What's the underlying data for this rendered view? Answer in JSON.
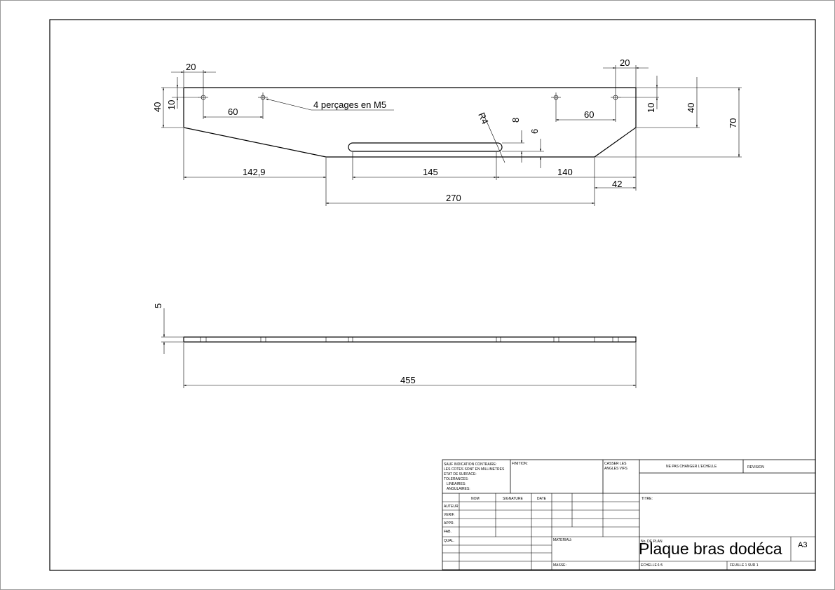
{
  "drawing": {
    "top_view": {
      "dims": {
        "hole_offset_left": "20",
        "hole_offset_right": "20",
        "hole_spacing_left": "60",
        "hole_spacing_right": "60",
        "height_left": "40",
        "height_right": "40",
        "hole_row_left": "10",
        "hole_row_right": "10",
        "total_height": "70",
        "slot_radius": "R4",
        "slot_height": "8",
        "slot_offset": "6",
        "left_taper": "142,9",
        "slot_length": "145",
        "right_segment": "140",
        "right_chamfer": "42",
        "bottom_flat": "270"
      },
      "note": "4 perçages en M5"
    },
    "side_view": {
      "dims": {
        "thickness": "5",
        "overall_length": "455"
      }
    }
  },
  "title_block": {
    "general_notes": [
      "SAUF INDICATION CONTRAIRE:",
      "LES COTES SONT EN MILLIMETRES",
      "ETAT DE SURFACE:",
      "TOLERANCES:",
      "LINEAIRES:",
      "ANGULAIRES:"
    ],
    "finish_label": "FINITION:",
    "edges_label": [
      "CASSER LES",
      "ANGLES VIFS"
    ],
    "scale_warning": "NE PAS CHANGER L'ECHELLE",
    "revision_label": "REVISION",
    "headers": [
      "NOM",
      "SIGNATURE",
      "DATE"
    ],
    "roles": [
      "AUTEUR",
      "VERIF.",
      "APPR.",
      "FAB.",
      "QUAL."
    ],
    "title_label": "TITRE:",
    "material_label": "MATERIAU:",
    "plan_label": "No. DE PLAN",
    "drawing_title": "Plaque bras dodéca",
    "sheet_size": "A3",
    "mass_label": "MASSE:",
    "scale_label": "ECHELLE:1:5",
    "sheet_label": "FEUILLE 1 SUR 1"
  }
}
